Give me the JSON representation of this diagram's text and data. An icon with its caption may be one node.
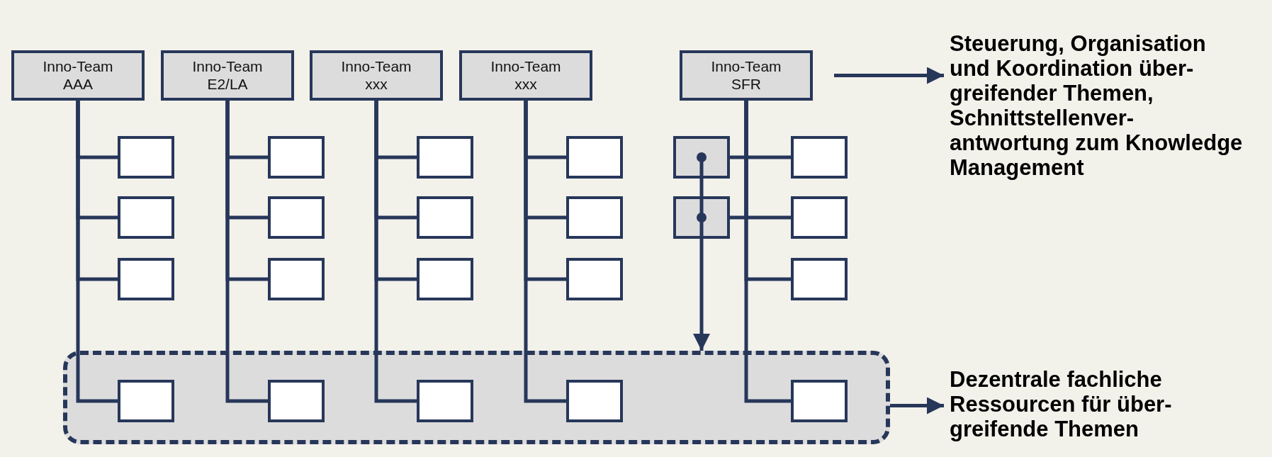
{
  "diagram": {
    "nodes": [
      {
        "text": [
          "Inno-Team",
          "AAA"
        ]
      },
      {
        "text": [
          "Inno-Team",
          "E2/LA"
        ]
      },
      {
        "text": [
          "Inno-Team",
          "xxx"
        ]
      },
      {
        "text": [
          "Inno-Team",
          "xxx"
        ]
      },
      {
        "text": [
          "Inno-Team",
          "SFR"
        ]
      },
      {
        "text": [],
        "shape": "box"
      },
      {
        "text": [],
        "shape": "box"
      },
      {
        "text": [],
        "shape": "box"
      },
      {
        "text": [],
        "shape": "box"
      },
      {
        "text": [],
        "shape": "box"
      },
      {
        "text": [],
        "shape": "box"
      },
      {
        "text": [],
        "shape": "box"
      },
      {
        "text": [],
        "shape": "box"
      },
      {
        "text": [],
        "shape": "box"
      },
      {
        "text": [],
        "shape": "box"
      },
      {
        "text": [],
        "shape": "box"
      },
      {
        "text": [],
        "shape": "box"
      },
      {
        "text": [],
        "shape": "box"
      },
      {
        "text": [],
        "shape": "box"
      },
      {
        "text": [],
        "shape": "box"
      },
      {
        "text": [],
        "shape": "box"
      },
      {
        "text": [],
        "shape": "box"
      },
      {
        "text": [],
        "shape": "box"
      },
      {
        "text": [],
        "shape": "box",
        "in": 22
      },
      {
        "text": [],
        "shape": "box",
        "in": 22
      },
      {
        "text": [],
        "shape": "box",
        "in": 22
      },
      {
        "text": [],
        "shape": "box",
        "in": 22
      },
      {
        "text": [],
        "shape": "box",
        "in": 22
      },
      {
        "text": [
          "Steuerung, Organisation und Koordination über- greifender Themen, Schnittstellenver- antwortung zum Knowledge Management"
        ]
      },
      {
        "text": [
          "Dezentrale fachliche Ressourcen für über- greifende Themen"
        ]
      }
    ],
    "edges": [
      {
        "from": 0,
        "to": 5,
        "arrow": "none"
      },
      {
        "from": 0,
        "to": 11,
        "arrow": "none"
      },
      {
        "from": 0,
        "to": 17,
        "arrow": "none"
      },
      {
        "from": 0,
        "to": 23,
        "arrow": "none"
      },
      {
        "from": 1,
        "to": 6,
        "arrow": "none"
      },
      {
        "from": 1,
        "to": 12,
        "arrow": "none"
      },
      {
        "from": 1,
        "to": 18,
        "arrow": "none"
      },
      {
        "from": 1,
        "to": 24,
        "arrow": "none"
      },
      {
        "from": 2,
        "to": 7,
        "arrow": "none"
      },
      {
        "from": 2,
        "to": 13,
        "arrow": "none"
      },
      {
        "from": 2,
        "to": 19,
        "arrow": "none"
      },
      {
        "from": 2,
        "to": 25,
        "arrow": "none"
      },
      {
        "from": 3,
        "to": 8,
        "arrow": "none"
      },
      {
        "from": 3,
        "to": 14,
        "arrow": "none"
      },
      {
        "from": 3,
        "to": 20,
        "arrow": "none"
      },
      {
        "from": 3,
        "to": 26,
        "arrow": "none"
      },
      {
        "from": 4,
        "to": 9,
        "arrow": "none"
      },
      {
        "from": 4,
        "to": 10,
        "arrow": "none"
      },
      {
        "from": 4,
        "to": 15,
        "arrow": "none"
      },
      {
        "from": 4,
        "to": 16,
        "arrow": "none"
      },
      {
        "from": 4,
        "to": 21,
        "arrow": "none"
      },
      {
        "from": 4,
        "to": 27,
        "arrow": "none"
      },
      {
        "from": 9,
        "to": 22,
        "arrow": "to"
      },
      {
        "from": 15,
        "to": 22,
        "arrow": "to"
      },
      {
        "from": 4,
        "to": 28,
        "arrow": "to"
      },
      {
        "from": 22,
        "to": 29,
        "arrow": "to"
      }
    ]
  }
}
